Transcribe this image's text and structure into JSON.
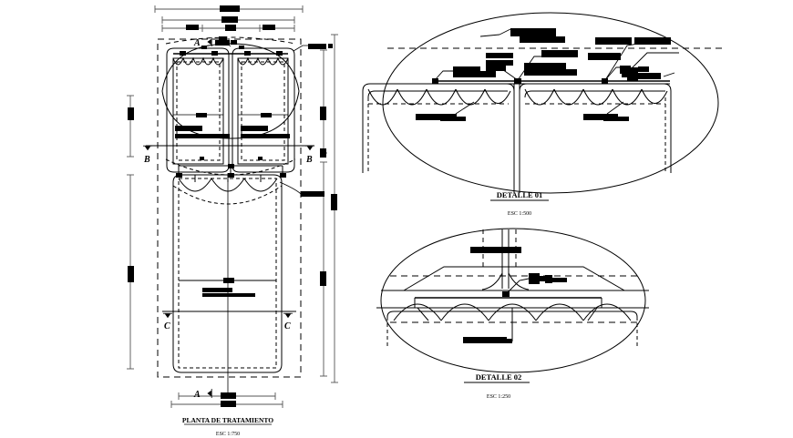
{
  "drawing": {
    "type": "cad-technical-drawing",
    "discipline": "water-treatment-plant",
    "background_color": "#ffffff",
    "line_color": "#000000",
    "dim_line_color": "#555555",
    "text_block_color": "#000000"
  },
  "views": {
    "plan": {
      "title": "PLANTA DE TRATAMIENTO",
      "scale": "ESC 1:750",
      "section_marks": [
        {
          "label": "A",
          "position": "top",
          "direction": "left"
        },
        {
          "label": "A",
          "position": "bottom",
          "direction": "left"
        },
        {
          "label": "B",
          "position": "mid-left",
          "direction": "down"
        },
        {
          "label": "B",
          "position": "mid-right",
          "direction": "down"
        },
        {
          "label": "C",
          "position": "low-left",
          "direction": "down"
        },
        {
          "label": "C",
          "position": "low-right",
          "direction": "down"
        }
      ]
    },
    "detail_01": {
      "title": "DETALLE 01",
      "scale": "ESC 1:500"
    },
    "detail_02": {
      "title": "DETALLE 02",
      "scale": "ESC 1:250"
    }
  },
  "annotations": {
    "note": "Leader-note text in this drawing is rendered at a size too small to resolve; it appears as solid filled bars.",
    "plan_text_bars": 14,
    "detail01_text_bars": 13,
    "detail02_text_bars": 4
  }
}
